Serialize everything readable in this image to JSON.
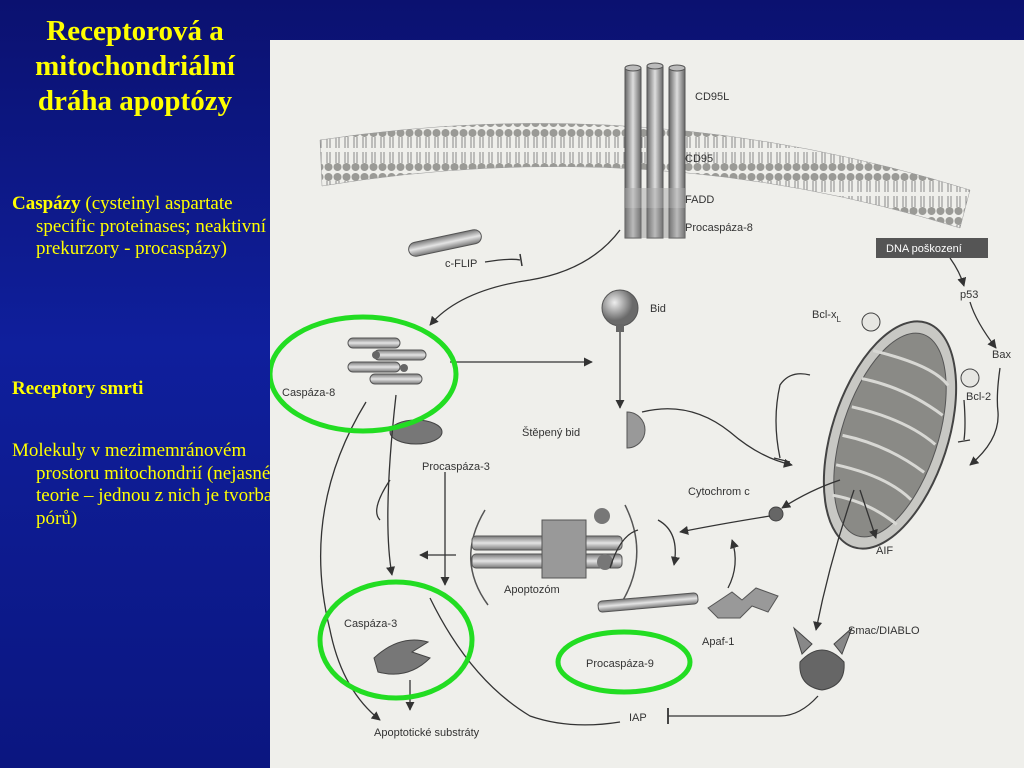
{
  "slide": {
    "title": "Receptorová a mitochondriální dráha apoptózy",
    "bullets": [
      {
        "bold": "Caspázy",
        "text": " (cysteinyl aspartate specific proteinases; neaktivní prekurzory - procaspázy)"
      },
      {
        "bold": "Receptory smrti",
        "text": ""
      },
      {
        "bold": "",
        "text": "Molekuly v mezimemránovém prostoru mitochondrií (nejasné teorie – jednou z nich je tvorba pórů)"
      }
    ]
  },
  "diagram": {
    "labels": {
      "cd95l": "CD95L",
      "cd95": "CD95",
      "fadd": "FADD",
      "procaspaza8": "Procaspáza-8",
      "cflip": "c-FLIP",
      "dna": "DNA  poškození",
      "p53": "p53",
      "bid": "Bid",
      "bclxl": "Bcl-x",
      "bclxl_sub": "L",
      "bax": "Bax",
      "caspaza8": "Caspáza-8",
      "stepeny_bid": "Štěpený  bid",
      "bcl2": "Bcl-2",
      "procaspaza3": "Procaspáza-3",
      "cytochrom": "Cytochrom c",
      "aif": "AIF",
      "apoptozom": "Apoptozóm",
      "apaf1": "Apaf-1",
      "caspaza3": "Caspáza-3",
      "smac": "Smac/DIABLO",
      "procaspaza9": "Procaspáza-9",
      "iap": "IAP",
      "substraty": "Apoptotické substráty"
    },
    "highlight_color": "#22dd22"
  }
}
